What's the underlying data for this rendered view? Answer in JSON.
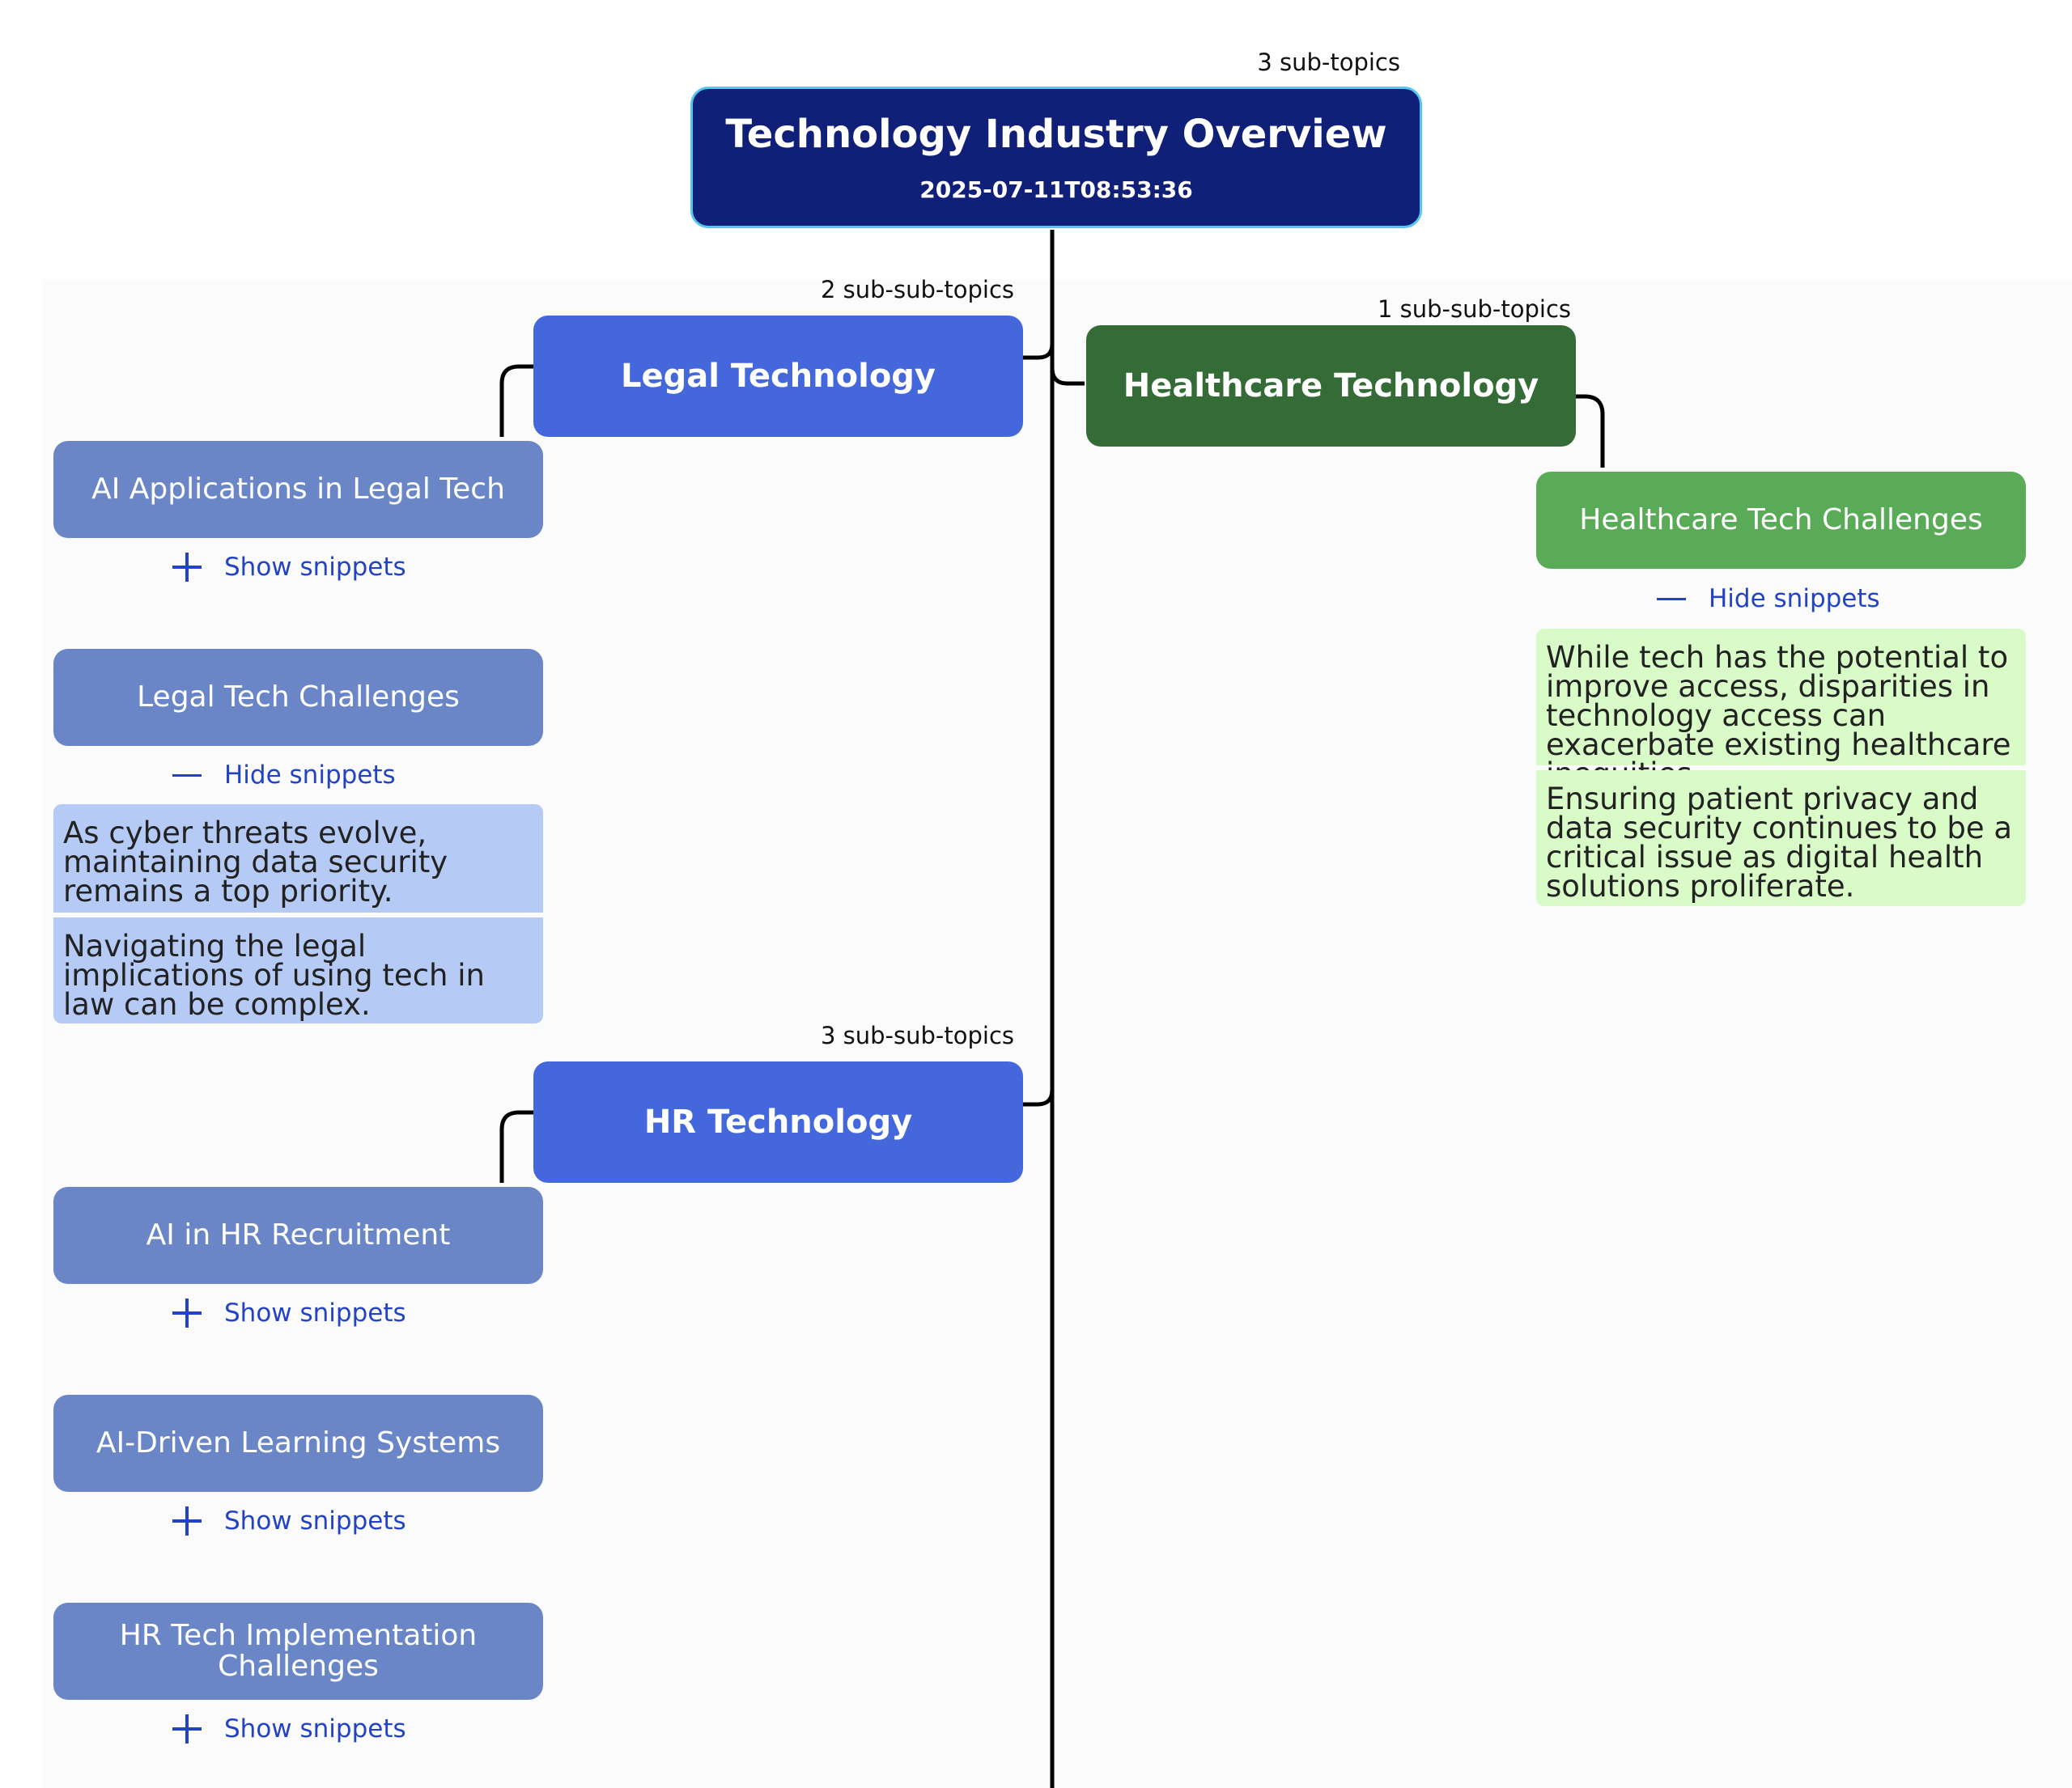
{
  "root": {
    "title": "Technology Industry Overview",
    "timestamp": "2025-07-11T08:53:36",
    "count_label": "3 sub-topics"
  },
  "topics": [
    {
      "title": "Legal Technology",
      "count_label": "2 sub-sub-topics",
      "color": "#4567dc",
      "subtopics": [
        {
          "title": "AI Applications in Legal Tech",
          "toggle": "Show snippets",
          "expanded": false
        },
        {
          "title": "Legal Tech Challenges",
          "toggle": "Hide snippets",
          "expanded": true,
          "snippets": [
            "As cyber threats evolve, maintaining data security remains a top priority.",
            "Navigating the legal implications of using tech in law can be complex."
          ]
        }
      ]
    },
    {
      "title": "Healthcare Technology",
      "count_label": "1 sub-sub-topics",
      "color": "#356b37",
      "subtopics": [
        {
          "title": "Healthcare Tech Challenges",
          "toggle": "Hide snippets",
          "expanded": true,
          "snippets": [
            "While tech has the potential to improve access, disparities in technology access can exacerbate existing healthcare inequities.",
            "Ensuring patient privacy and data security continues to be a critical issue as digital health solutions proliferate."
          ]
        }
      ]
    },
    {
      "title": "HR Technology",
      "count_label": "3 sub-sub-topics",
      "color": "#4567dc",
      "subtopics": [
        {
          "title": "AI in HR Recruitment",
          "toggle": "Show snippets",
          "expanded": false
        },
        {
          "title": "AI-Driven Learning Systems",
          "toggle": "Show snippets",
          "expanded": false
        },
        {
          "title": "HR Tech Implementation Challenges",
          "toggle": "Show snippets",
          "expanded": false
        }
      ]
    }
  ]
}
